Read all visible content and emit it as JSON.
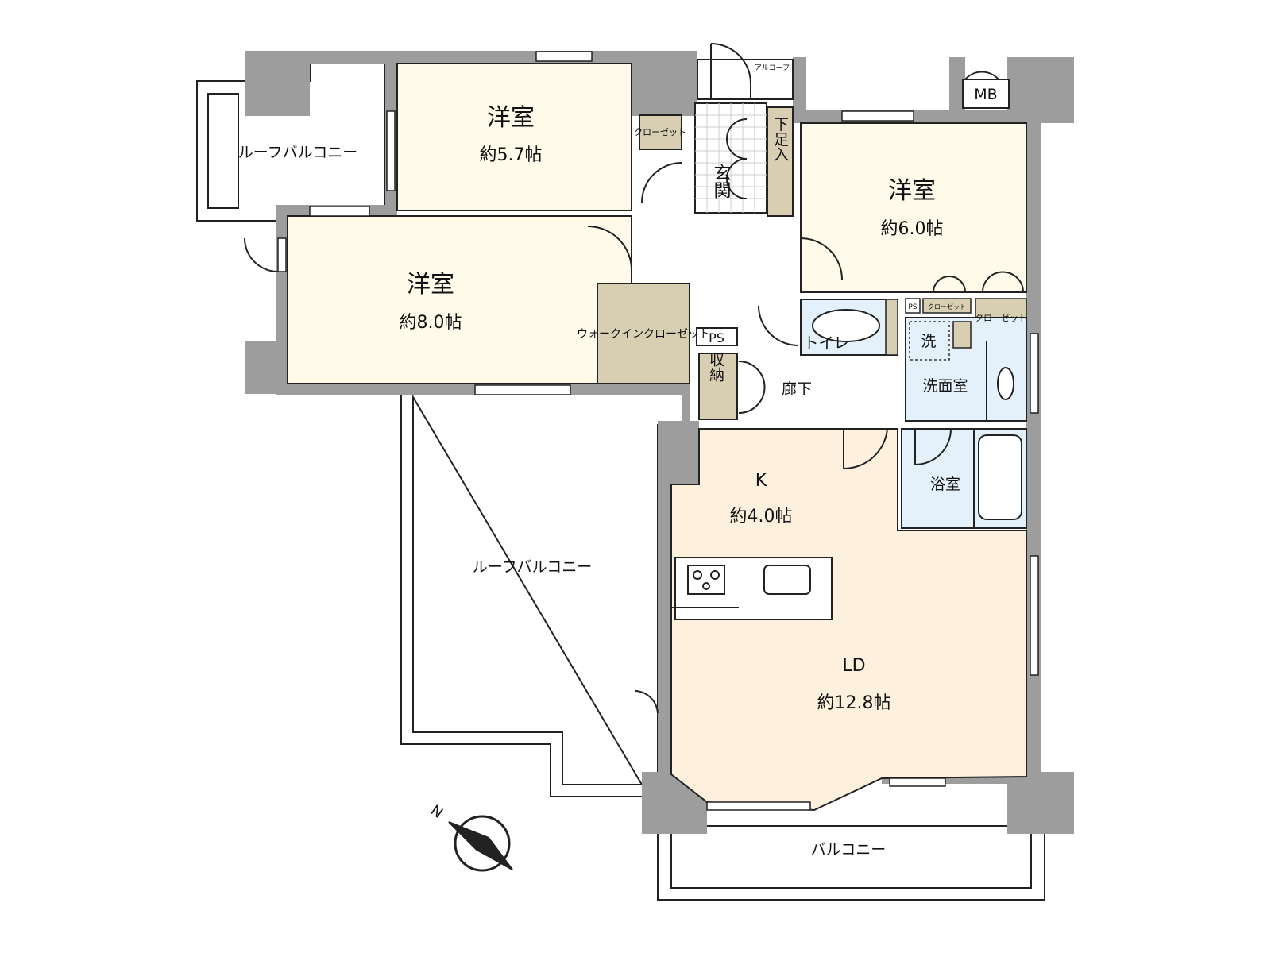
{
  "colors": {
    "room": "#fefbeb",
    "closet": "#d8cfb2",
    "wet": "#e4f1fb",
    "ldk": "#fdf1de",
    "wall": "#9d9d9d"
  },
  "rooms": {
    "western_1": {
      "name": "洋室",
      "area": "約5.7帖"
    },
    "western_2": {
      "name": "洋室",
      "area": "約8.0帖"
    },
    "western_3": {
      "name": "洋室",
      "area": "約6.0帖"
    },
    "kitchen": {
      "name": "K",
      "area": "約4.0帖"
    },
    "living": {
      "name": "LD",
      "area": "約12.8帖"
    },
    "entrance": "玄関",
    "shoe_box": "下足入",
    "alcove": "アルコーブ",
    "mb": "MB",
    "closet_1": "クローゼット",
    "closet_2": "クローゼット",
    "closet_3": "クローゼット",
    "walk_in_closet": "ウォークインクローゼット",
    "ps_1": "PS",
    "ps_2": "PS",
    "storage": "収納",
    "hallway": "廊下",
    "toilet": "トイレ",
    "washroom": "洗面室",
    "washer": "洗",
    "bathroom": "浴室",
    "roof_balcony_1": "ルーフバルコニー",
    "roof_balcony_2": "ルーフバルコニー",
    "balcony": "バルコニー"
  },
  "compass": {
    "north": "N"
  }
}
